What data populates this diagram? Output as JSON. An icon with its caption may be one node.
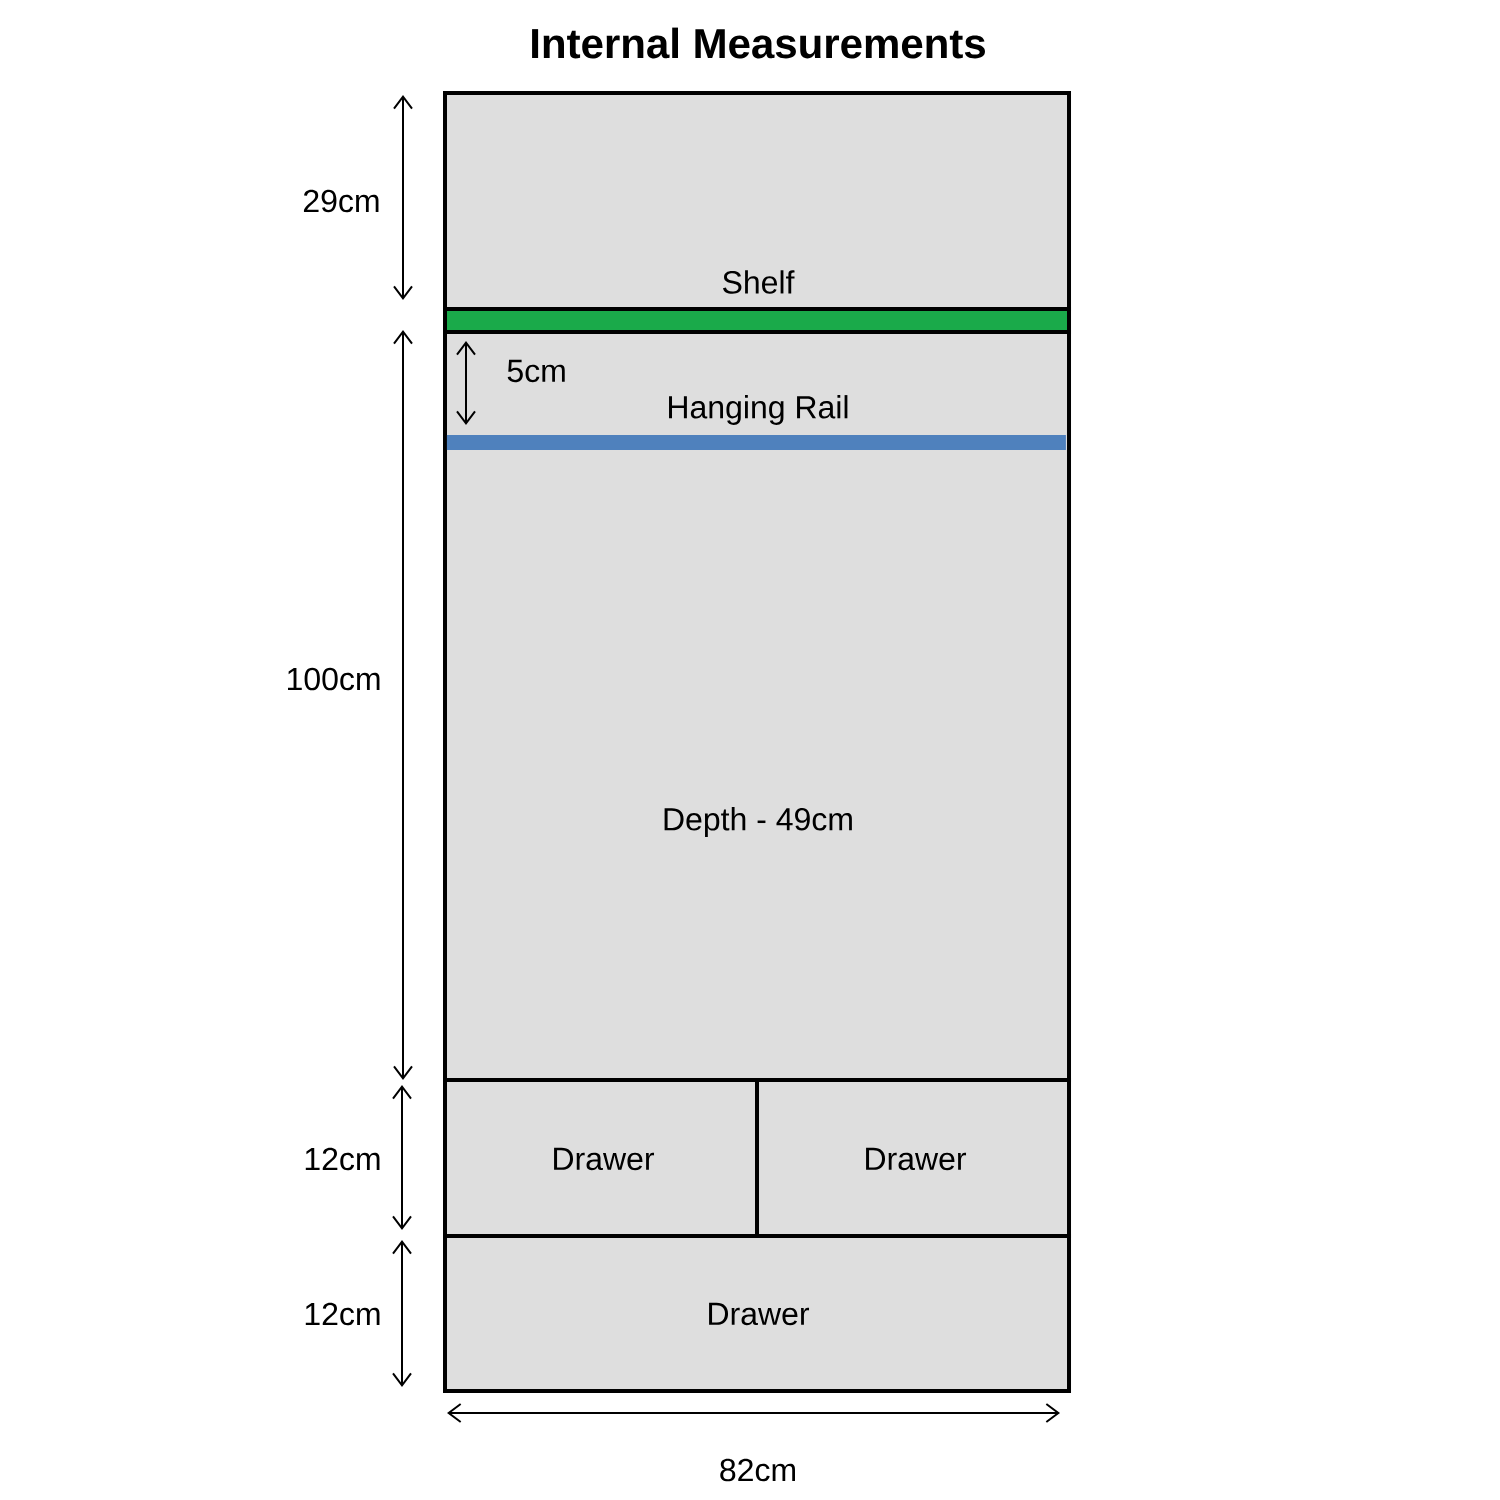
{
  "diagram": {
    "title": "Internal Measurements",
    "nodes": [
      {
        "text": [
          "Shelf"
        ]
      },
      {
        "text": [],
        "shape": "bar"
      },
      {
        "text": [
          "Hanging Rail",
          "Depth - 49cm"
        ]
      },
      {
        "text": [],
        "shape": "bar",
        "in": 2
      },
      {
        "text": [
          "Drawer"
        ]
      },
      {
        "text": [
          "Drawer"
        ]
      },
      {
        "text": [
          "Drawer"
        ]
      }
    ],
    "labels": [
      "29cm",
      "5cm",
      "100cm",
      "12cm",
      "12cm",
      "82cm"
    ]
  }
}
